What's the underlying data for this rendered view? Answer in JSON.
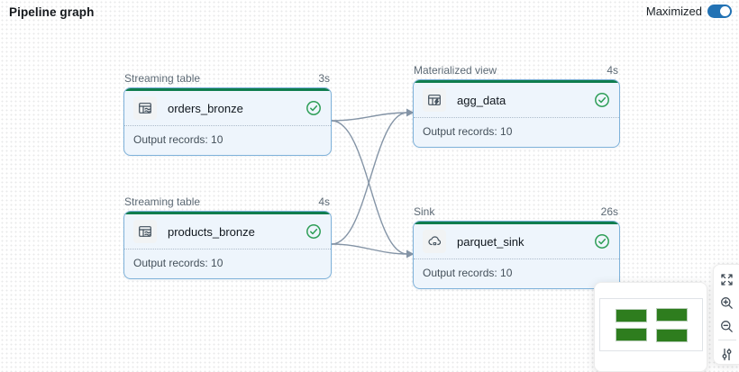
{
  "header": {
    "title": "Pipeline graph",
    "maximized_label": "Maximized",
    "maximized_on": true
  },
  "nodes": [
    {
      "type_label": "Streaming table",
      "duration": "3s",
      "name": "orders_bronze",
      "output_text": "Output records: 10",
      "output_records": 10,
      "status": "success",
      "icon": "streaming-table-icon"
    },
    {
      "type_label": "Materialized view",
      "duration": "4s",
      "name": "agg_data",
      "output_text": "Output records: 10",
      "output_records": 10,
      "status": "success",
      "icon": "materialized-view-icon"
    },
    {
      "type_label": "Streaming table",
      "duration": "4s",
      "name": "products_bronze",
      "output_text": "Output records: 10",
      "output_records": 10,
      "status": "success",
      "icon": "streaming-table-icon"
    },
    {
      "type_label": "Sink",
      "duration": "26s",
      "name": "parquet_sink",
      "output_text": "Output records: 10",
      "output_records": 10,
      "status": "success",
      "icon": "cloud-sink-icon"
    }
  ],
  "edges": [
    {
      "from": "orders_bronze",
      "to": "agg_data"
    },
    {
      "from": "orders_bronze",
      "to": "parquet_sink"
    },
    {
      "from": "products_bronze",
      "to": "agg_data"
    },
    {
      "from": "products_bronze",
      "to": "parquet_sink"
    }
  ],
  "controls": {
    "buttons": [
      "fit-to-screen",
      "zoom-in",
      "zoom-out",
      "graph-settings"
    ]
  },
  "minimap": {
    "node_count": 4
  },
  "colors": {
    "toggle_blue": "#2272b4",
    "node_bg": "#eef5fc",
    "node_border": "#7fb2da",
    "status_green_bar": "#0f7d4e",
    "check_green": "#2e9e57",
    "edge_gray": "#8494a6",
    "minimap_green": "#2e7d1e"
  }
}
